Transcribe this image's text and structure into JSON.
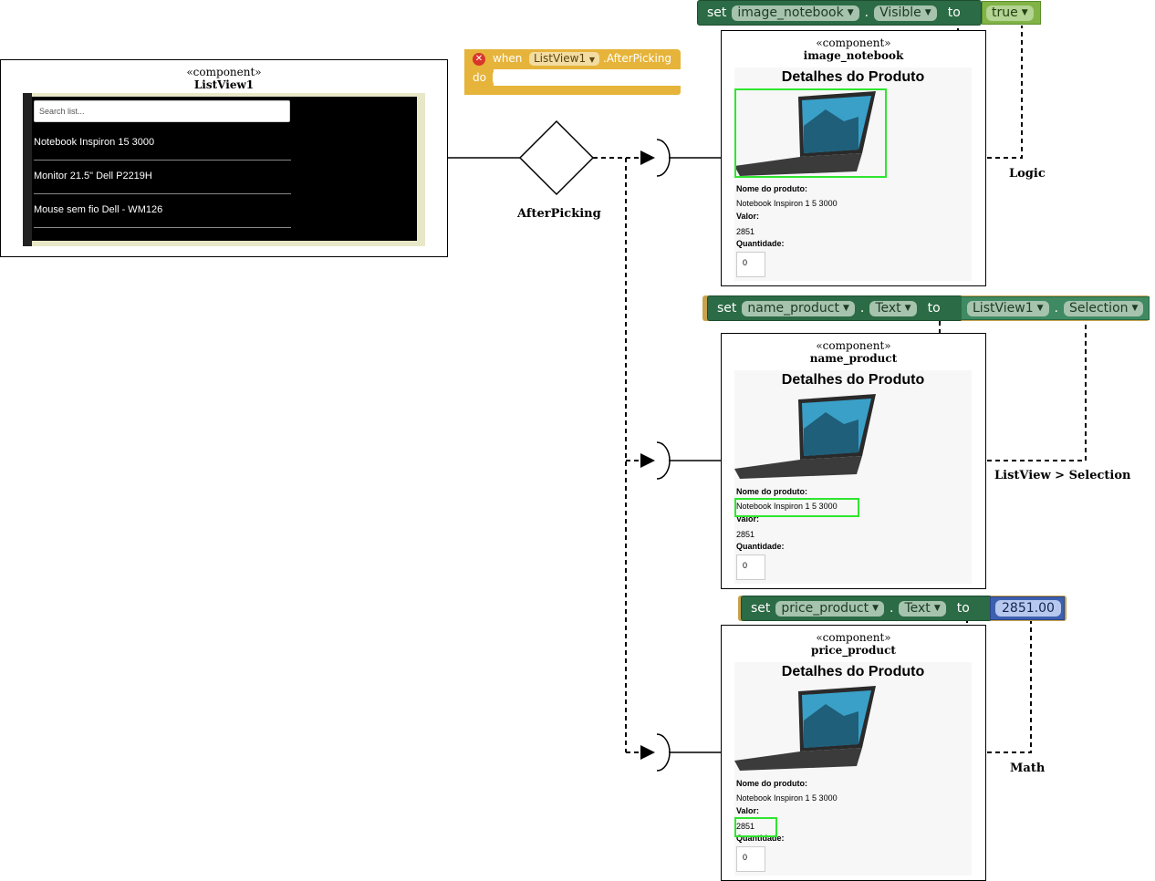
{
  "stereotype": "«component»",
  "listview": {
    "name": "ListView1",
    "search_placeholder": "Search list...",
    "items": [
      "Notebook Inspiron 15 3000",
      "Monitor 21.5\" Dell P2219H",
      "Mouse sem fio Dell - WM126"
    ]
  },
  "event_block": {
    "when": "when",
    "component": "ListView1",
    "event": ".AfterPicking",
    "do": "do"
  },
  "decision_label": "AfterPicking",
  "screen": {
    "title": "Detalhes do Produto",
    "name_label": "Nome do produto:",
    "name_value": "Notebook Inspiron 1 5 3000",
    "price_label": "Valor:",
    "price_value": "2851",
    "qty_label": "Quantidade:",
    "qty_value": "0"
  },
  "components": [
    {
      "name": "image_notebook",
      "block": {
        "set": "set",
        "component": "image_notebook",
        "property": "Visible",
        "to": "to",
        "value": "true"
      },
      "source_label": "Logic"
    },
    {
      "name": "name_product",
      "block": {
        "set": "set",
        "component": "name_product",
        "property": "Text",
        "to": "to",
        "value_component": "ListView1",
        "value_property": "Selection"
      },
      "source_label": "ListView > Selection"
    },
    {
      "name": "price_product",
      "block": {
        "set": "set",
        "component": "price_product",
        "property": "Text",
        "to": "to",
        "value": "2851.00"
      },
      "source_label": "Math"
    }
  ],
  "colors": {
    "highlight": "#2ee62e",
    "set_block": "#2b6b45",
    "logic_block": "#82b347",
    "math_block": "#3d5fb0",
    "event_block": "#e6b43a"
  }
}
